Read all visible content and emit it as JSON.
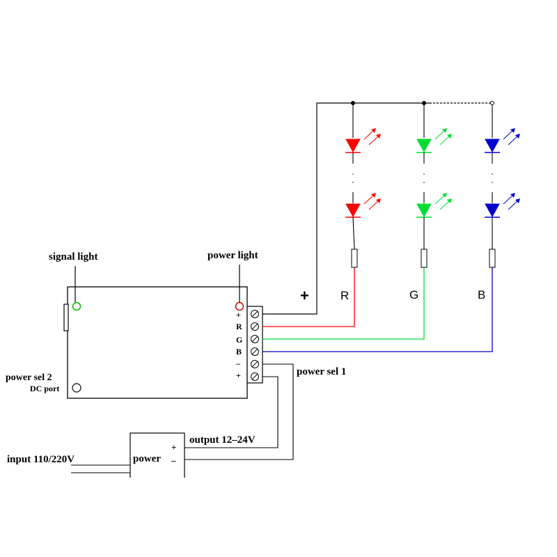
{
  "labels": {
    "signal_light": "signal light",
    "power_light": "power light",
    "power_sel_2": "power sel 2",
    "dc_port": "DC port",
    "power_sel_1": "power sel 1",
    "output": "output 12–24V",
    "input": "input 110/220V",
    "power": "power",
    "plus_main": "+",
    "channel_r": "R",
    "channel_g": "G",
    "channel_b": "B"
  },
  "terminals": [
    "+",
    "R",
    "G",
    "B",
    "–",
    "+"
  ],
  "supply_terminals": [
    "+",
    "_"
  ],
  "colors": {
    "red": "#ff0000",
    "green": "#00dd33",
    "blue": "#0000cc",
    "wire": "#000000",
    "signal_led": "#00bb00",
    "power_led": "#cc0000"
  },
  "led_strings": [
    {
      "channel": "R",
      "color_key": "red"
    },
    {
      "channel": "G",
      "color_key": "green"
    },
    {
      "channel": "B",
      "color_key": "blue"
    }
  ]
}
